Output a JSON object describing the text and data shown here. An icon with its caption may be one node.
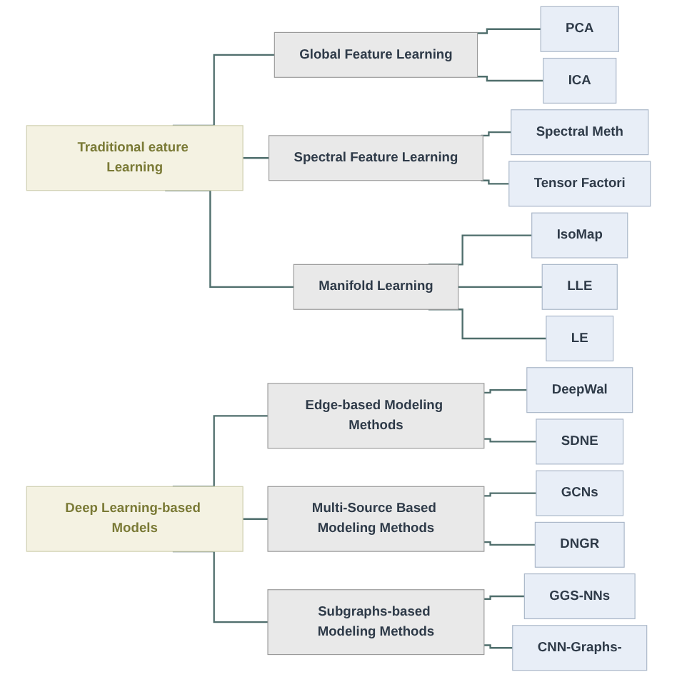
{
  "diagram": {
    "nodes": [
      {
        "text": [
          "Traditional eature Learning"
        ]
      },
      {
        "text": [
          "Global Feature Learning"
        ]
      },
      {
        "text": [
          "Spectral Feature Learning"
        ]
      },
      {
        "text": [
          "Manifold Learning"
        ]
      },
      {
        "text": [
          "PCA"
        ]
      },
      {
        "text": [
          "ICA"
        ]
      },
      {
        "text": [
          "Spectral Meth"
        ]
      },
      {
        "text": [
          "Tensor Factori"
        ]
      },
      {
        "text": [
          "IsoMap"
        ]
      },
      {
        "text": [
          "LLE"
        ]
      },
      {
        "text": [
          "LE"
        ]
      },
      {
        "text": [
          "Deep Learning-based Models"
        ]
      },
      {
        "text": [
          "Edge-based Modeling Methods"
        ]
      },
      {
        "text": [
          "Multi-Source Based Modeling Methods"
        ]
      },
      {
        "text": [
          "Subgraphs-based Modeling Methods"
        ]
      },
      {
        "text": [
          "DeepWal"
        ]
      },
      {
        "text": [
          "SDNE"
        ]
      },
      {
        "text": [
          "GCNs"
        ]
      },
      {
        "text": [
          "DNGR"
        ]
      },
      {
        "text": [
          "GGS-NNs"
        ]
      },
      {
        "text": [
          "CNN-Graphs-"
        ]
      }
    ],
    "edges": [
      {
        "from": 0,
        "to": 1,
        "arrow": "none"
      },
      {
        "from": 0,
        "to": 2,
        "arrow": "none"
      },
      {
        "from": 0,
        "to": 3,
        "arrow": "none"
      },
      {
        "from": 1,
        "to": 4,
        "arrow": "none"
      },
      {
        "from": 1,
        "to": 5,
        "arrow": "none"
      },
      {
        "from": 2,
        "to": 6,
        "arrow": "none"
      },
      {
        "from": 2,
        "to": 7,
        "arrow": "none"
      },
      {
        "from": 3,
        "to": 8,
        "arrow": "none"
      },
      {
        "from": 3,
        "to": 9,
        "arrow": "none"
      },
      {
        "from": 3,
        "to": 10,
        "arrow": "none"
      },
      {
        "from": 11,
        "to": 12,
        "arrow": "none"
      },
      {
        "from": 11,
        "to": 13,
        "arrow": "none"
      },
      {
        "from": 11,
        "to": 14,
        "arrow": "none"
      },
      {
        "from": 12,
        "to": 15,
        "arrow": "none"
      },
      {
        "from": 12,
        "to": 16,
        "arrow": "none"
      },
      {
        "from": 13,
        "to": 17,
        "arrow": "none"
      },
      {
        "from": 13,
        "to": 18,
        "arrow": "none"
      },
      {
        "from": 14,
        "to": 19,
        "arrow": "none"
      },
      {
        "from": 14,
        "to": 20,
        "arrow": "none"
      }
    ]
  }
}
